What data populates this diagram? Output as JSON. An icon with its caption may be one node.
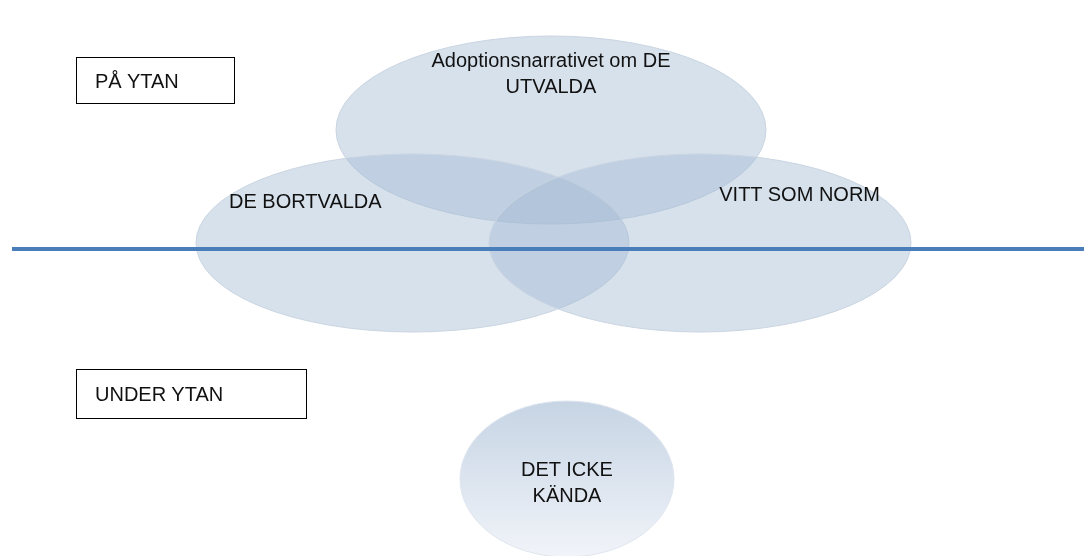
{
  "diagram": {
    "nodes": [
      {
        "text": [
          "PÅ YTAN"
        ]
      },
      {
        "text": [
          "Adoptionsnarrativet om DE UTVALDA"
        ]
      },
      {
        "text": [
          "DE BORTVALDA"
        ]
      },
      {
        "text": [
          "VITT SOM NORM"
        ]
      },
      {
        "text": [
          "UNDER YTAN"
        ]
      },
      {
        "text": [
          "DET ICKE KÄNDA"
        ]
      }
    ]
  }
}
